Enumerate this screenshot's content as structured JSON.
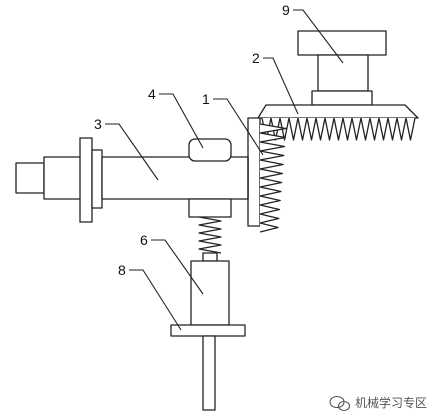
{
  "diagram": {
    "labels": [
      "9",
      "2",
      "4",
      "1",
      "3",
      "6",
      "8"
    ]
  },
  "watermark": {
    "text": "机械学习专区"
  },
  "colors": {
    "line": "#222222",
    "fill": "#ffffff",
    "watermark": "#555555"
  }
}
